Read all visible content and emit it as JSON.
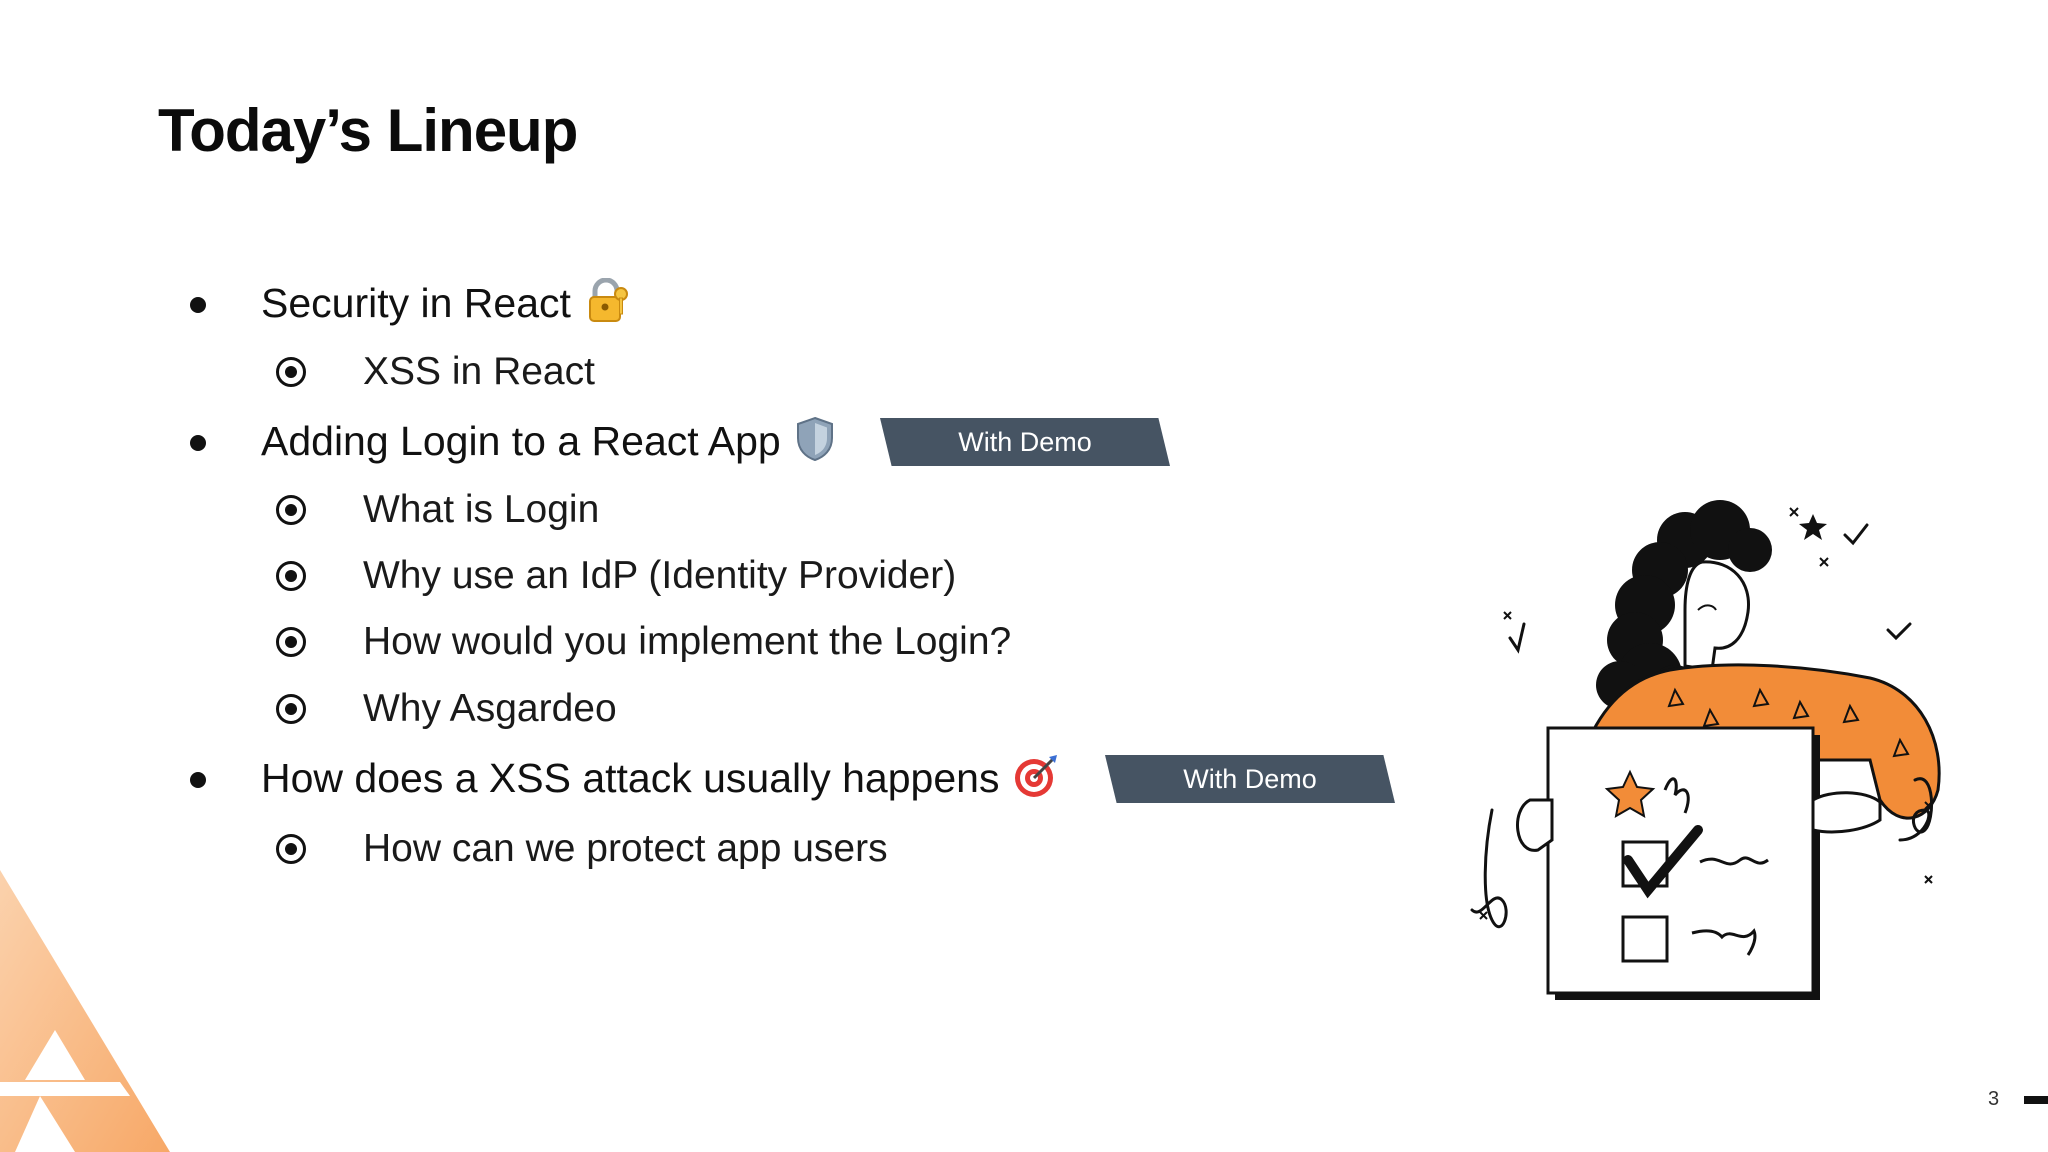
{
  "slide": {
    "title": "Today’s Lineup",
    "page_number": "3"
  },
  "lineup": [
    {
      "label": "Security in React",
      "icon": "lock-with-key-icon",
      "subitems": [
        "XSS in React"
      ]
    },
    {
      "label": "Adding Login to a React App",
      "icon": "shield-icon",
      "tag": "With Demo",
      "subitems": [
        "What is Login",
        "Why use an IdP (Identity Provider)",
        "How would you implement the Login?",
        "Why Asgardeo"
      ]
    },
    {
      "label": "How does a XSS attack usually happens",
      "icon": "target-icon",
      "tag": "With Demo",
      "subitems": [
        "How can we protect app users"
      ]
    }
  ],
  "colors": {
    "tag_background": "#465463",
    "accent_orange": "#f28c38",
    "text": "#111111"
  }
}
